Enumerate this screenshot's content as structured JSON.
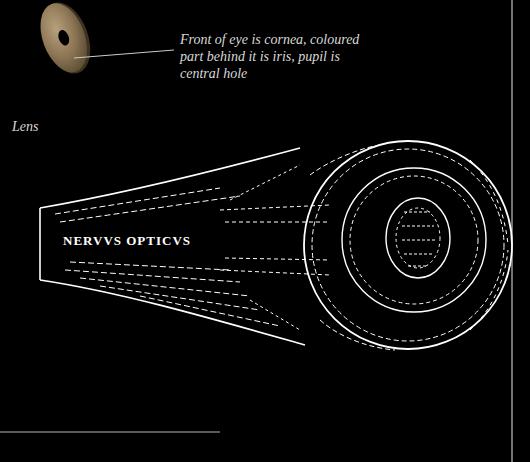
{
  "diagram": {
    "labels": [
      "Front of eye is cornea, coloured part behind it is iris, pupil is central hole",
      "Lens",
      "NERVVS OPTICVS"
    ]
  }
}
